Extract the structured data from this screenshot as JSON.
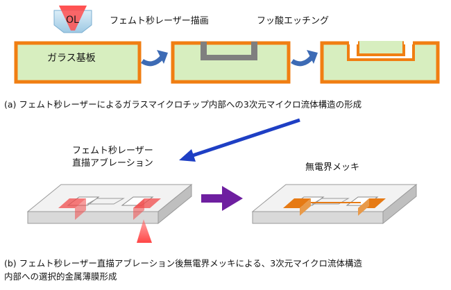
{
  "labels": {
    "ol": "OL",
    "femto_draw": "フェムト秒レーザー描画",
    "hf_etch": "フッ酸エッチング",
    "glass": "ガラス基板",
    "ablation_line1": "フェムト秒レーザー",
    "ablation_line2": "直描アブレーション",
    "plating": "無電界メッキ"
  },
  "captions": {
    "a": "(a) フェムト秒レーザーによるガラスマイクロチップ内部への3次元マイクロ流体構造の形成",
    "b_line1": "(b) フェムト秒レーザー直描アブレーション後無電界メッキによる、3次元マイクロ流体構造",
    "b_line2": "内部への選択的金属薄膜形成"
  },
  "colors": {
    "glass_fill": "#d7eebf",
    "glass_border": "#f07e12",
    "trench": "#7f7f7f",
    "arrow_blue": "#3d6bb5",
    "arrow_big_blue": "#1e3fc4",
    "arrow_purple": "#6e1fa0",
    "laser_red": "#f04b4b",
    "metal_orange": "#e67a14"
  }
}
